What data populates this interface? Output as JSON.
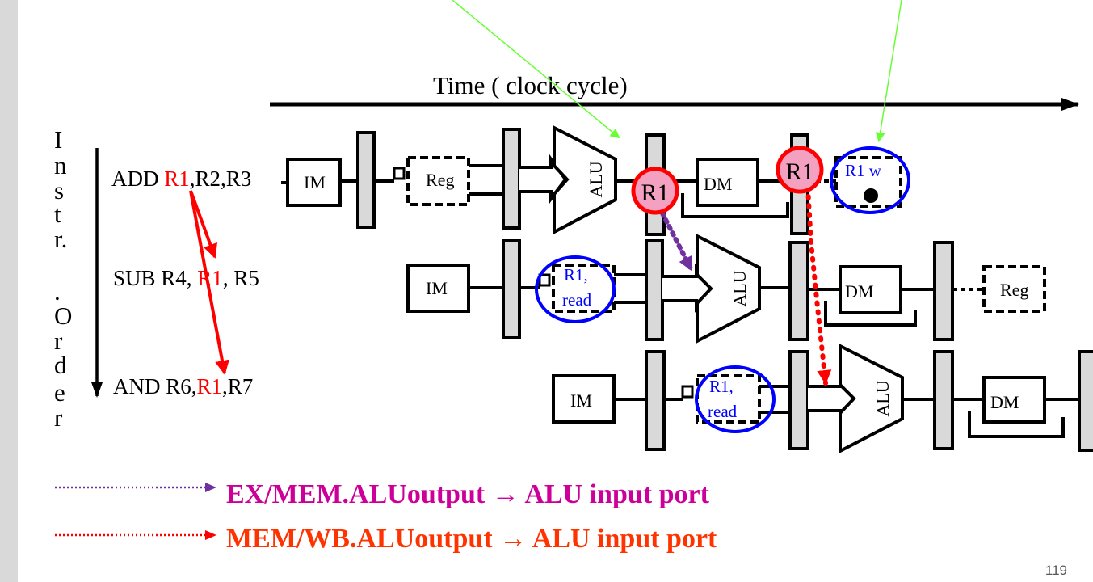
{
  "time_label": "Time ( clock cycle)",
  "vertical_label": [
    "I",
    "n",
    "s",
    "t",
    "r.",
    ".",
    "O",
    "r",
    "d",
    "e",
    "r"
  ],
  "instructions": [
    {
      "pre": "ADD ",
      "reg": "R1",
      "post": ",R2,R3"
    },
    {
      "pre": "SUB R4, ",
      "reg": "R1",
      "post": ", R5"
    },
    {
      "pre": "AND R6,",
      "reg": "R1",
      "post": ",R7"
    }
  ],
  "stages": {
    "im": "IM",
    "reg": "Reg",
    "alu": "ALU",
    "dm": "DM"
  },
  "bubbles": {
    "r1": "R1",
    "r1_write": "R1 w",
    "r1_read_line1": "R1,",
    "r1_read_line2": "read"
  },
  "legend": [
    {
      "text": "EX/MEM.ALUoutput → ALU input port",
      "color": "#cc0099",
      "arrow_color": "#7030a0"
    },
    {
      "text": "MEM/WB.ALUoutput → ALU input port",
      "color": "#ff3300",
      "arrow_color": "#ff0000"
    }
  ],
  "slide_number": "119",
  "colors": {
    "highlight_red": "#ff0000",
    "bubble_fill": "#f4a0c0",
    "circle_blue": "#0000ff",
    "pointer_green": "#66ff33",
    "stage_bar": "#d9d9d9"
  }
}
